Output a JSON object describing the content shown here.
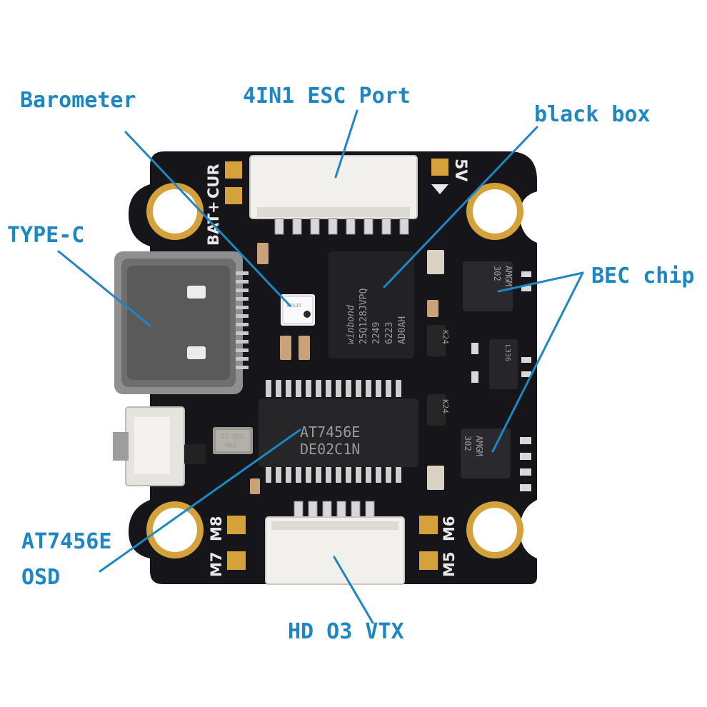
{
  "callouts": {
    "barometer": "Barometer",
    "esc_port": "4IN1 ESC Port",
    "black_box": "black box",
    "type_c": "TYPE-C",
    "bec_chip": "BEC chip",
    "osd_line1": "AT7456E",
    "osd_line2": "OSD",
    "vtx": "HD O3 VTX"
  },
  "board": {
    "silk_5v": "5V",
    "silk_bat": "BAT+",
    "silk_cur": "CUR",
    "silk_m5": "M5",
    "silk_m6": "M6",
    "silk_m7": "M7",
    "silk_m8": "M8"
  },
  "chips": {
    "flash_line1": "winbond",
    "flash_line2": "25Q128JVPQ",
    "flash_line3": "2249",
    "flash_line4": "6223",
    "flash_line5": "AD0AH",
    "osd_line1": "AT7456E",
    "osd_line2": "DE02C1N",
    "crystal_line1": "27.000",
    "crystal_line2": "MHZ",
    "bec_marking1": "AMGM",
    "bec_marking2": "302",
    "diode_marking": "K24",
    "regulator_marking": "L336",
    "baro_marking": "A2A35"
  },
  "colors": {
    "callout": "#1f86c4",
    "pcb": "#16161a",
    "gold": "#d4a13a"
  }
}
